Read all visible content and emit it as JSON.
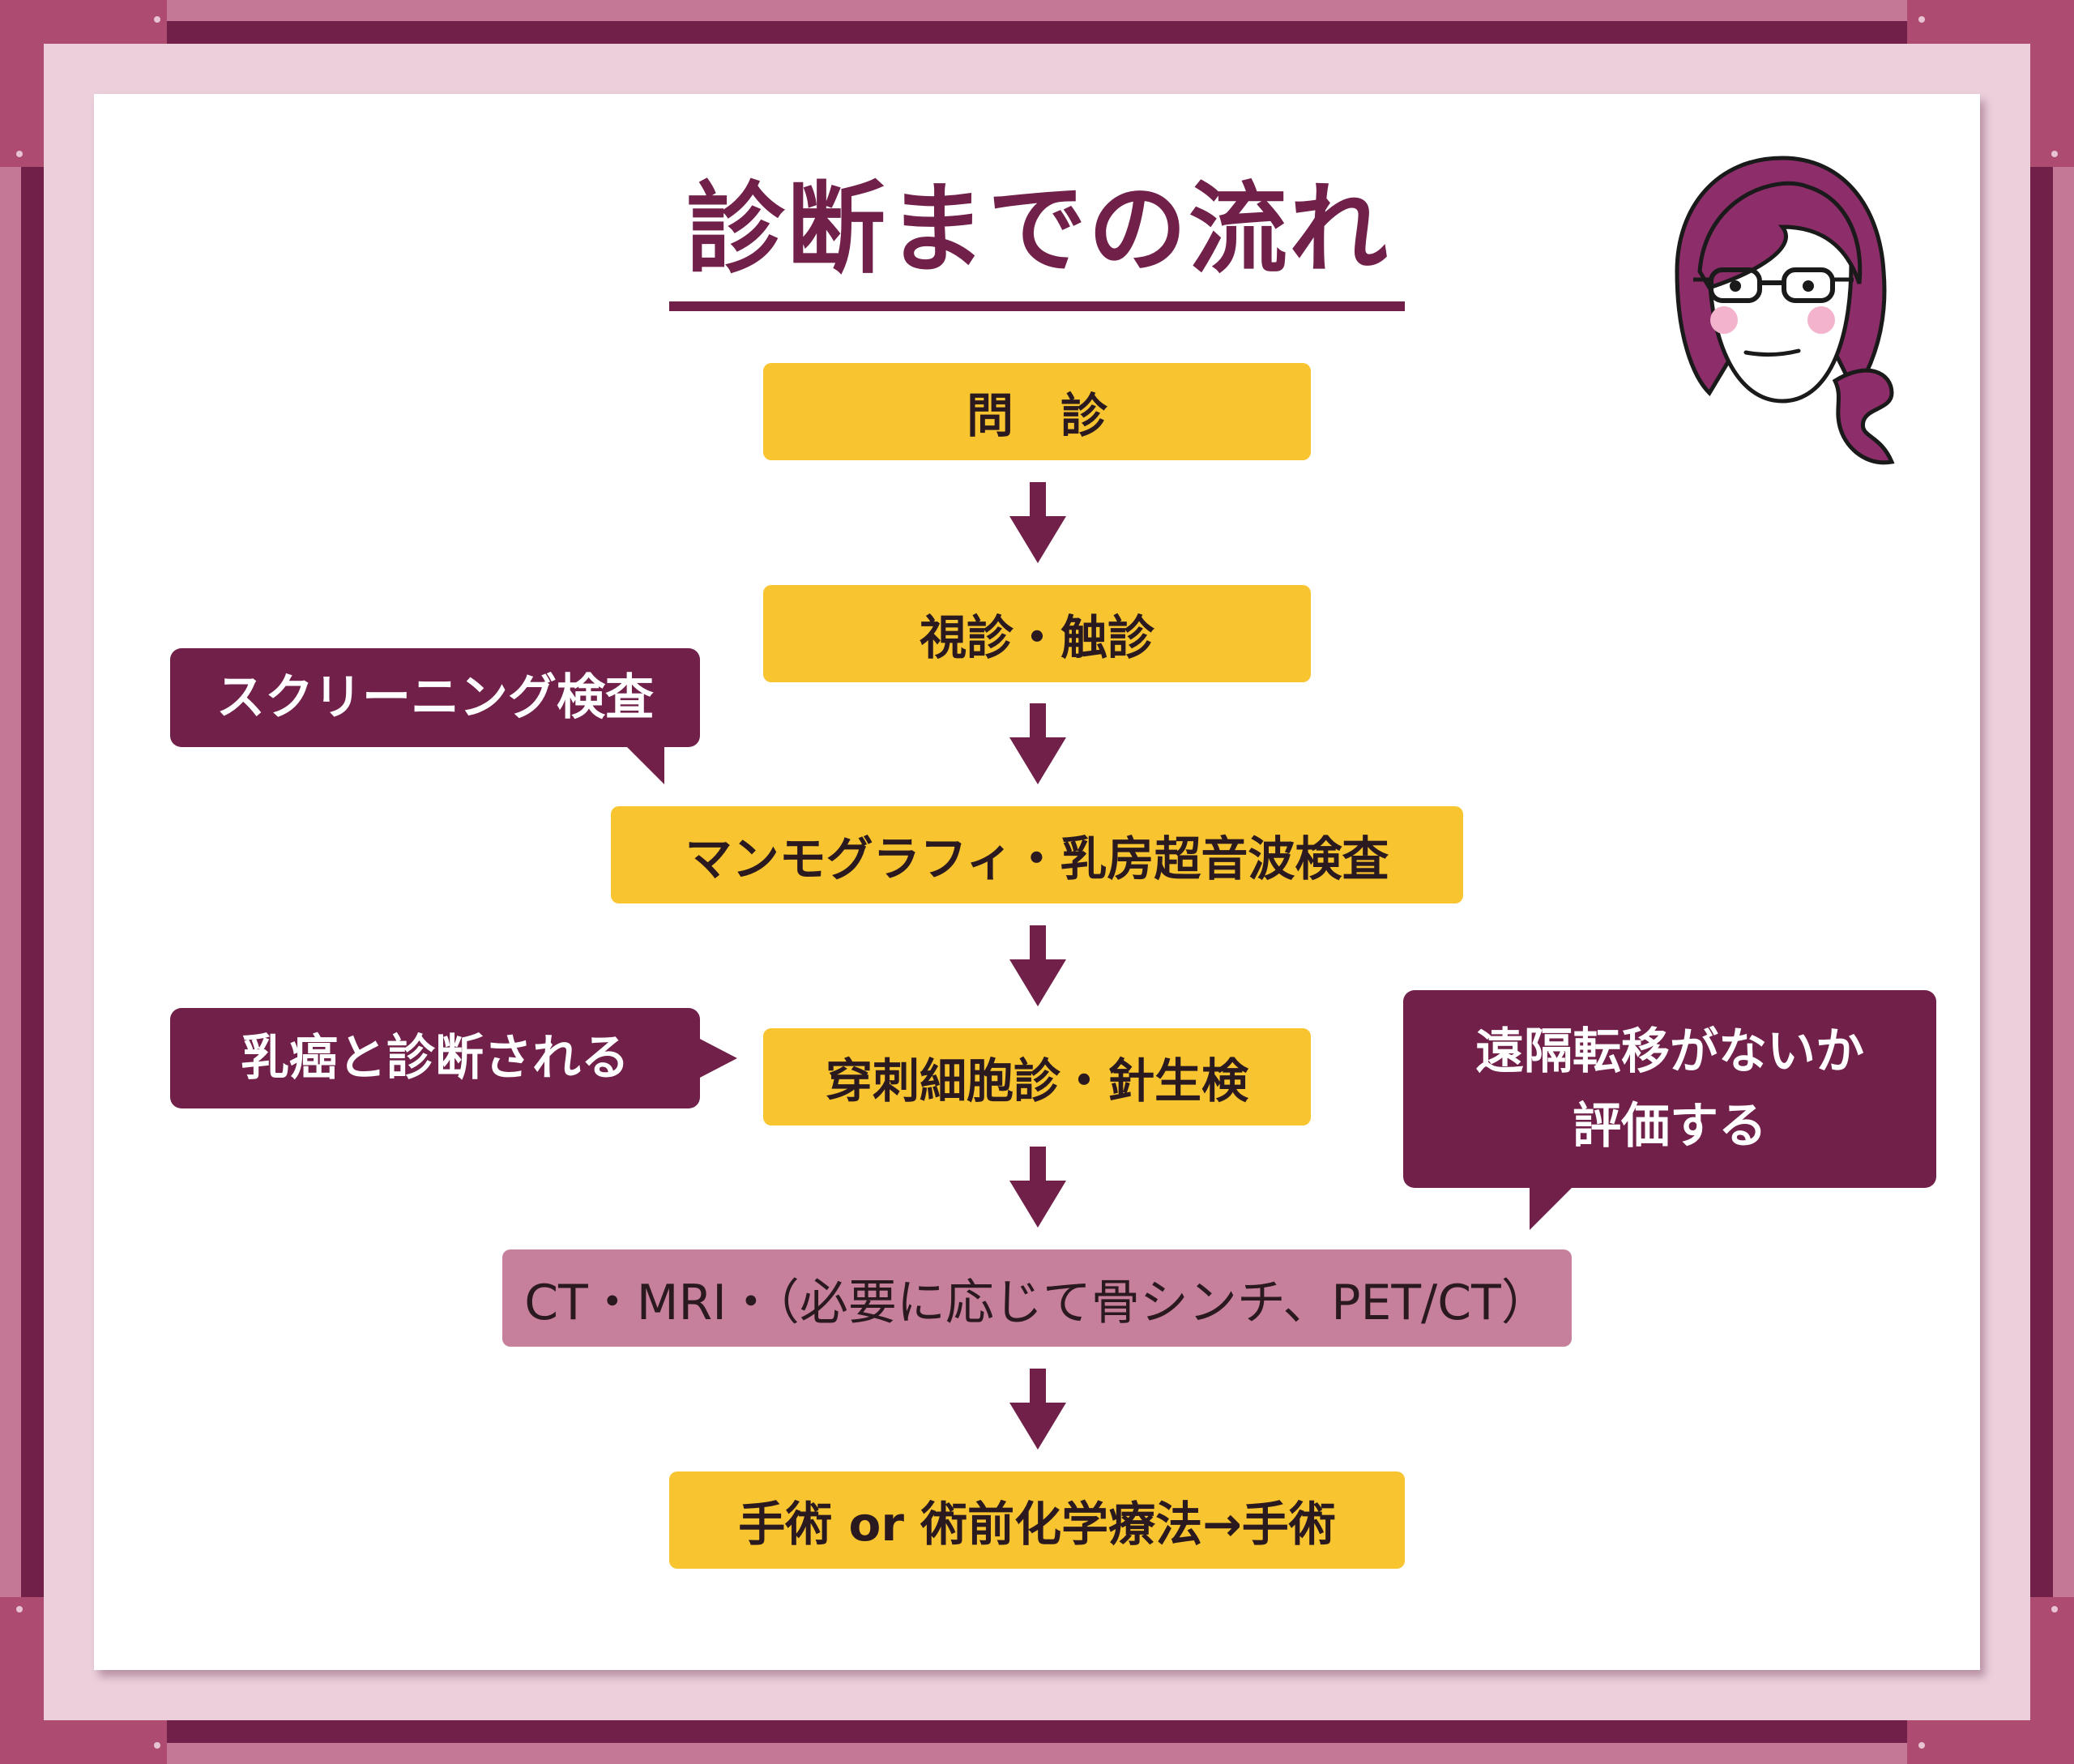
{
  "title": "診断までの流れ",
  "steps": [
    {
      "label": "問　診",
      "color": "#f8c42f"
    },
    {
      "label": "視診・触診",
      "color": "#f8c42f"
    },
    {
      "label": "マンモグラフィ・乳房超音波検査",
      "color": "#f8c42f"
    },
    {
      "label": "穿刺細胞診・針生検",
      "color": "#f8c42f"
    },
    {
      "label": "CT・MRI・（必要に応じて骨シンチ、PET/CT）",
      "color": "#c7809b"
    },
    {
      "label": "手術 or 術前化学療法→手術",
      "color": "#f8c42f"
    }
  ],
  "callouts": {
    "screening": "スクリーニング検査",
    "diagnosed": "乳癌と診断される",
    "metastasis_line1": "遠隔転移がないか",
    "metastasis_line2": "評価する"
  },
  "colors": {
    "accent": "#71204a",
    "step_fill": "#f8c42f",
    "step_fill_imaging": "#c7809b",
    "frame_outer": "#ad4b70",
    "frame_inner": "#ebd0dc"
  },
  "icons": [
    "down-arrow-icon",
    "doctor-avatar-icon"
  ]
}
